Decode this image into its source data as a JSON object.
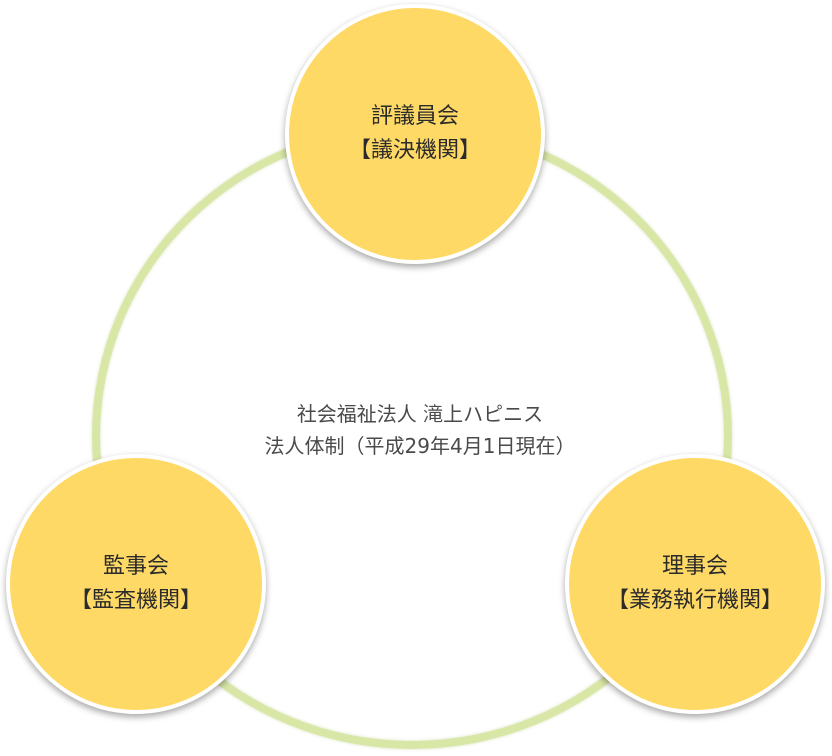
{
  "diagram": {
    "center": {
      "line1": "社会福祉法人 滝上ハピニス",
      "line2": "法人体制（平成29年4月1日現在）"
    },
    "nodes": {
      "top": {
        "title": "評議員会",
        "role": "【議決機関】"
      },
      "left": {
        "title": "監事会",
        "role": "【監査機関】"
      },
      "right": {
        "title": "理事会",
        "role": "【業務執行機関】"
      }
    },
    "colors": {
      "node_fill": "#ffd966",
      "ring": "#d8e6a6",
      "text": "#2b2b2b"
    }
  }
}
